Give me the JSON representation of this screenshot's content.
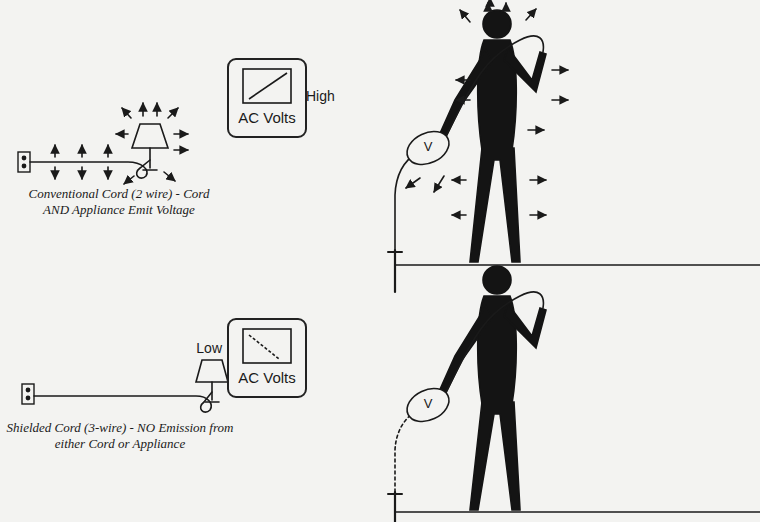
{
  "diagram": {
    "nodes": [
      {
        "text": [
          "AC Volts"
        ]
      },
      {
        "text": [
          "AC Volts"
        ]
      }
    ],
    "labels": [
      "Conventional Cord (2 wire) - Cord AND Appliance Emit Voltage",
      "High",
      "V",
      "Shielded Cord (3-wire) - NO Emission from either Cord or Appliance",
      "Low",
      "V"
    ]
  }
}
